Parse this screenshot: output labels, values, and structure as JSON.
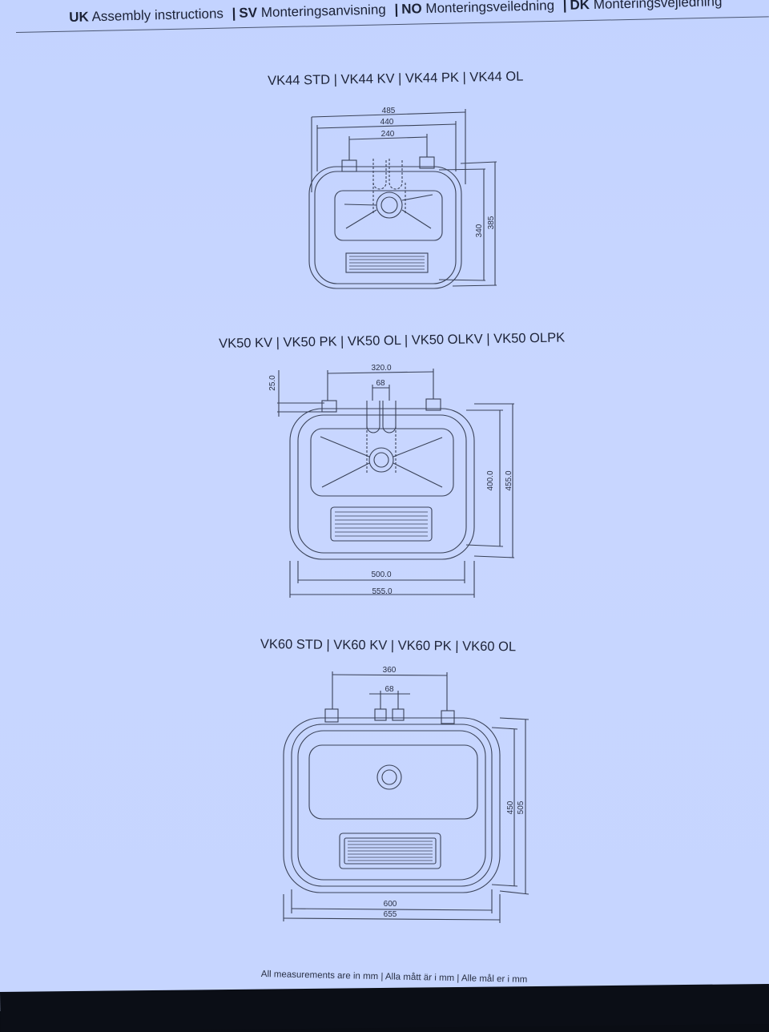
{
  "header": {
    "segments": [
      {
        "code": "UK",
        "text": "Assembly instructions"
      },
      {
        "code": "SV",
        "text": "Monteringsanvisning"
      },
      {
        "code": "NO",
        "text": "Monteringsveiledning"
      },
      {
        "code": "DK",
        "text": "Monteringsvejledning"
      }
    ]
  },
  "vk44": {
    "title": "VK44 STD | VK44 KV | VK44 PK | VK44 OL",
    "dims": {
      "w_outer": "485",
      "w_mid": "440",
      "w_taps": "240",
      "h_inner": "340",
      "h_outer": "385"
    }
  },
  "vk50": {
    "title": "VK50 KV | VK50 PK | VK50 OL | VK50 OLKV | VK50 OLPK",
    "dims": {
      "tap_offset": "25.0",
      "w_taps": "320.0",
      "w_small": "68",
      "h_inner": "400.0",
      "h_outer": "455.0",
      "w_inner": "500.0",
      "w_outer": "555.0"
    }
  },
  "vk60": {
    "title": "VK60 STD | VK60 KV | VK60 PK | VK60 OL",
    "dims": {
      "w_taps": "360",
      "w_small": "68",
      "h_inner": "450",
      "h_outer": "505",
      "w_inner": "600",
      "w_outer": "655"
    }
  },
  "footer": {
    "text": "All measurements are in mm | Alla mått är i mm | Alle mål er i mm"
  }
}
